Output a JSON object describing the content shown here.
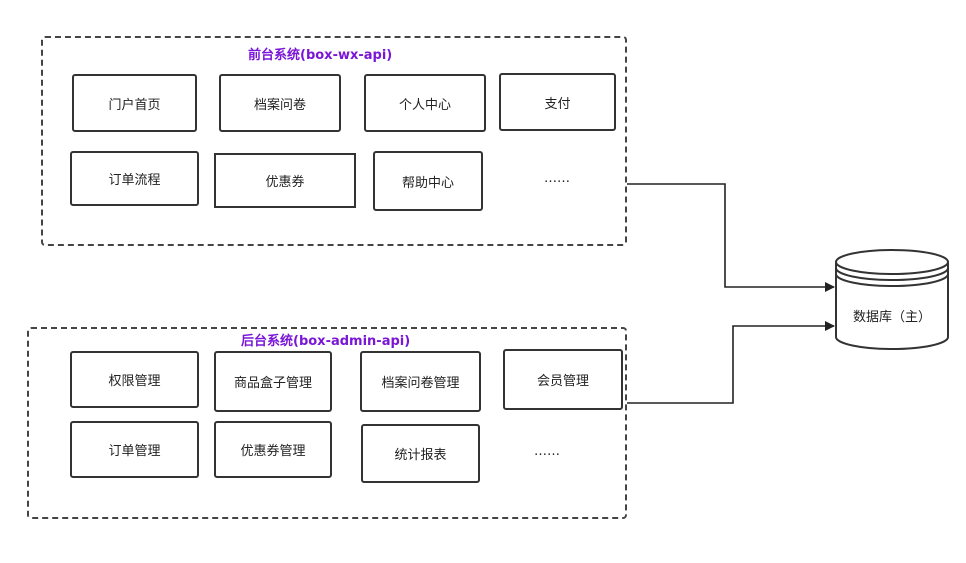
{
  "front_system": {
    "title": "前台系统(box-wx-api)",
    "modules": [
      "门户首页",
      "档案问卷",
      "个人中心",
      "支付",
      "订单流程",
      "优惠券",
      "帮助中心"
    ],
    "more": "……"
  },
  "back_system": {
    "title": "后台系统(box-admin-api)",
    "modules": [
      "权限管理",
      "商品盒子管理",
      "档案问卷管理",
      "会员管理",
      "订单管理",
      "优惠券管理",
      "统计报表"
    ],
    "more": "……"
  },
  "database": {
    "label": "数据库（主）"
  },
  "colors": {
    "group_title": "#7a17d6",
    "border": "#333333"
  }
}
